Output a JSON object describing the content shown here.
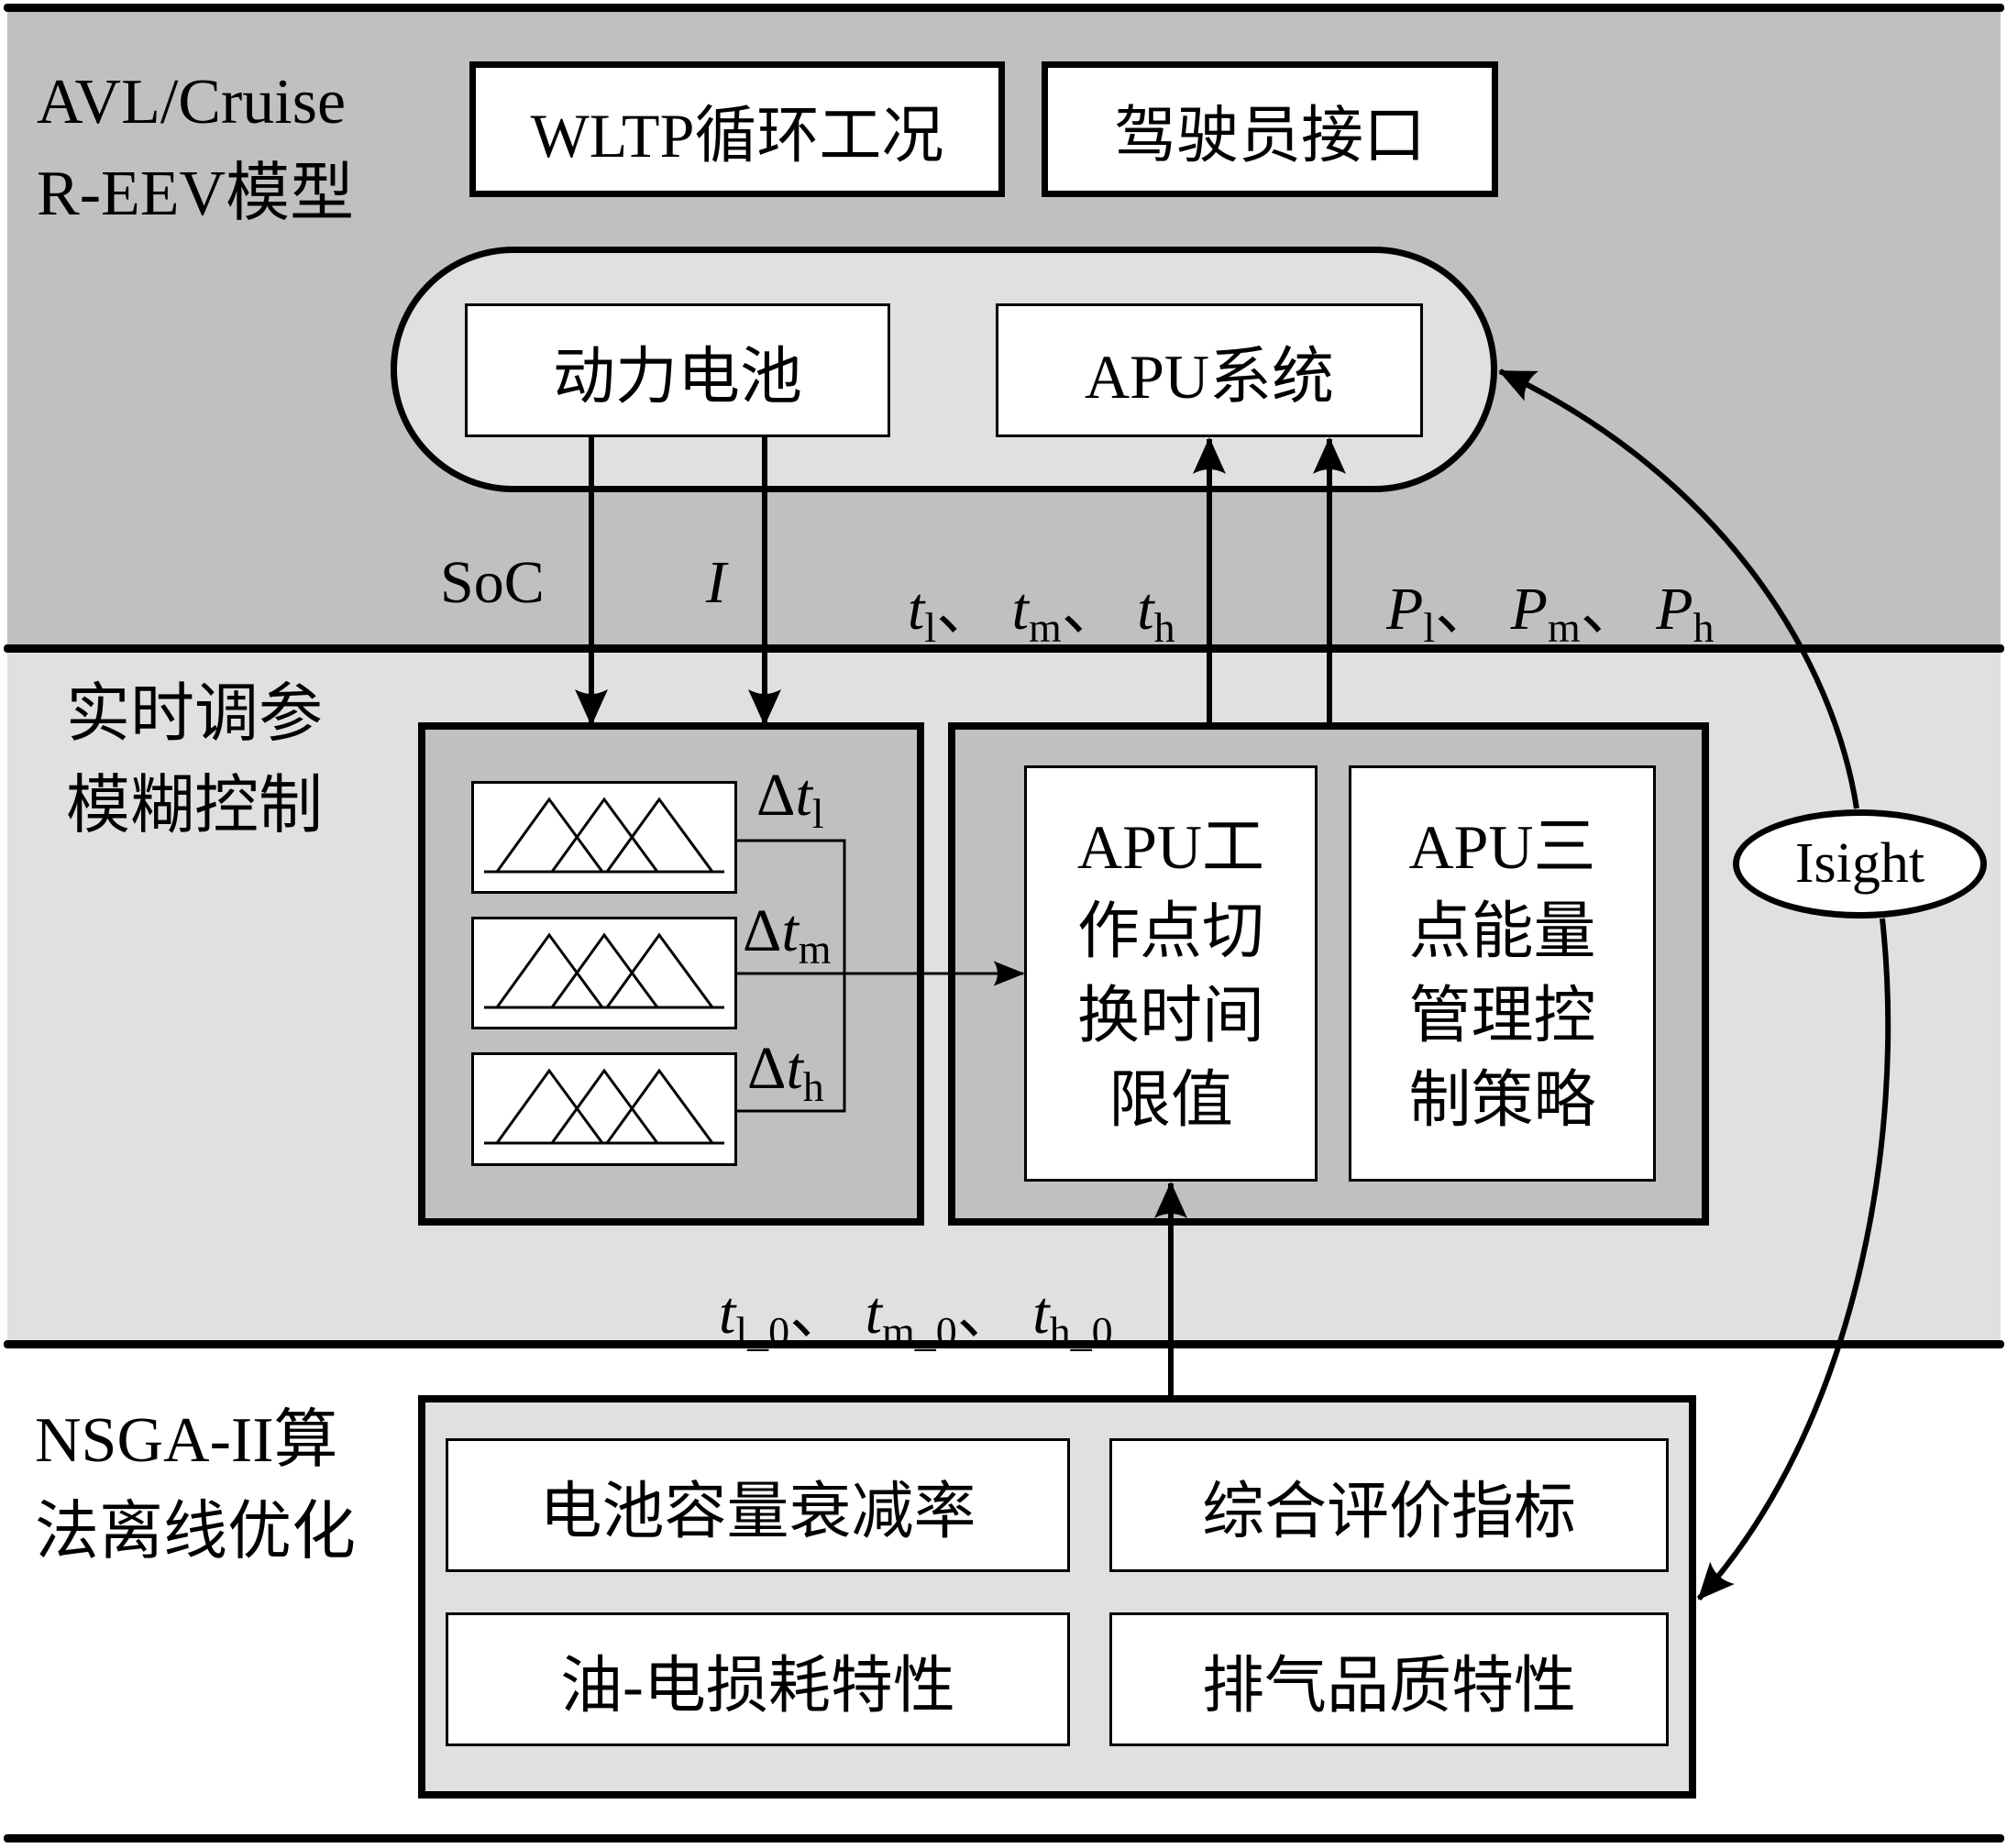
{
  "sections": {
    "top": {
      "label": "AVL/Cruise\nR-EEV模型"
    },
    "middle": {
      "label": "实时调参\n模糊控制"
    },
    "bottom": {
      "label": "NSGA-II算\n法离线优化"
    }
  },
  "top_boxes": {
    "cycle": "WLTP循环工况",
    "driver": "驾驶员接口"
  },
  "vehicle_model": {
    "battery": "动力电池",
    "apu": "APU系统"
  },
  "signals": {
    "soc": "SoC",
    "current": "I",
    "switch_times": {
      "t": "t",
      "subs": [
        "l",
        "m",
        "h"
      ],
      "sep": "、"
    },
    "powers": {
      "p": "P",
      "subs": [
        "l",
        "m",
        "h"
      ],
      "sep": "、"
    },
    "initial_times": {
      "t": "t",
      "subs": [
        "l_0",
        "m_0",
        "h_0"
      ],
      "sep": "、"
    }
  },
  "fuzzy": {
    "outputs": [
      {
        "delta": "Δ",
        "t": "t",
        "sub": "l"
      },
      {
        "delta": "Δ",
        "t": "t",
        "sub": "m"
      },
      {
        "delta": "Δ",
        "t": "t",
        "sub": "h"
      }
    ],
    "membership_functions_per_block": 3
  },
  "control": {
    "switch_limit": "APU工\n作点切\n换时间\n限值",
    "strategy": "APU三\n点能量\n管理控\n制策略"
  },
  "isight": "Isight",
  "objectives": [
    "电池容量衰减率",
    "综合评价指标",
    "油-电损耗特性",
    "排气品质特性"
  ]
}
